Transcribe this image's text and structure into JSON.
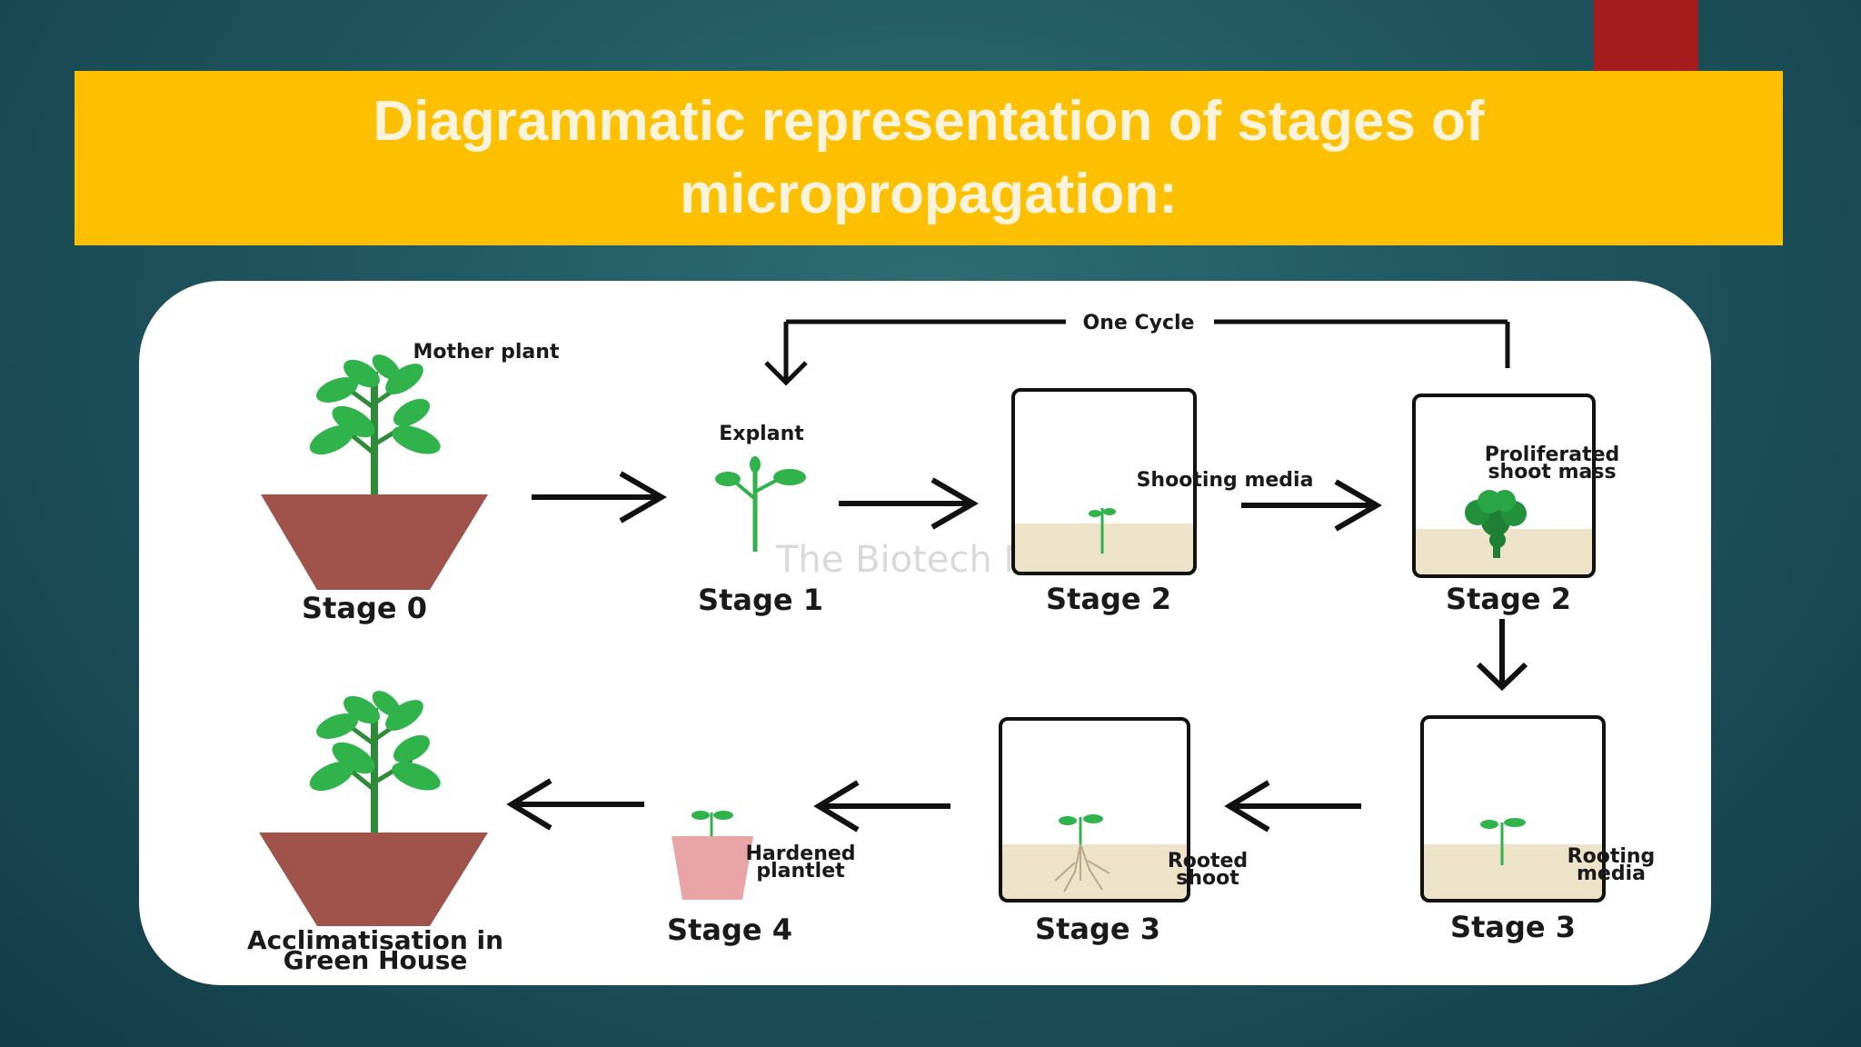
{
  "slide": {
    "title": "Diagrammatic representation of stages of micropropagation:"
  },
  "colors": {
    "title_bar": "#fcc000",
    "title_text": "#fbf3dc",
    "accent_tab": "#a51c1c",
    "pot": "#a0534a",
    "small_pot": "#e9a5a5",
    "leaf": "#2fb34a",
    "medium": "#ece3c9"
  },
  "diagram": {
    "cycle_label": "One Cycle",
    "watermark": "The Biotech Notes",
    "top_row": {
      "stage0_label": "Stage 0",
      "mother_plant": "Mother plant",
      "stage1_label": "Stage 1",
      "explant": "Explant",
      "stage2a_label": "Stage 2",
      "shooting_media": "Shooting media",
      "stage2b_label": "Stage 2",
      "proliferated_line1": "Proliferated",
      "proliferated_line2": "shoot mass"
    },
    "bottom_row": {
      "accl_line1": "Acclimatisation in",
      "accl_line2": "Green House",
      "stage4_label": "Stage 4",
      "hardened_line1": "Hardened",
      "hardened_line2": "plantlet",
      "stage3a_label": "Stage 3",
      "rooted_line1": "Rooted",
      "rooted_line2": "shoot",
      "stage3b_label": "Stage 3",
      "rooting_line1": "Rooting",
      "rooting_line2": "media"
    }
  }
}
